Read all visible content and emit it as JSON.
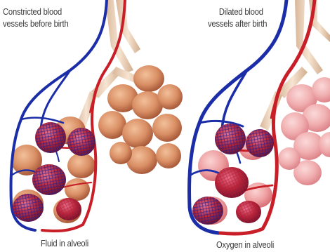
{
  "labels": {
    "left_top": [
      "Constricted blood",
      "vessels before birth"
    ],
    "right_top": [
      "Dilated blood",
      "vessels after birth"
    ],
    "left_bottom": "Fluid in alveoli",
    "right_bottom": "Oxygen in alveoli"
  },
  "colors": {
    "artery_blue": "#1b2ea8",
    "artery_red": "#c81e28",
    "airway": "#ecd2ba",
    "alveolus_fluid": "#d9906a",
    "alveolus_oxygen": "#e8a0a4",
    "text": "#3a3a3a"
  }
}
